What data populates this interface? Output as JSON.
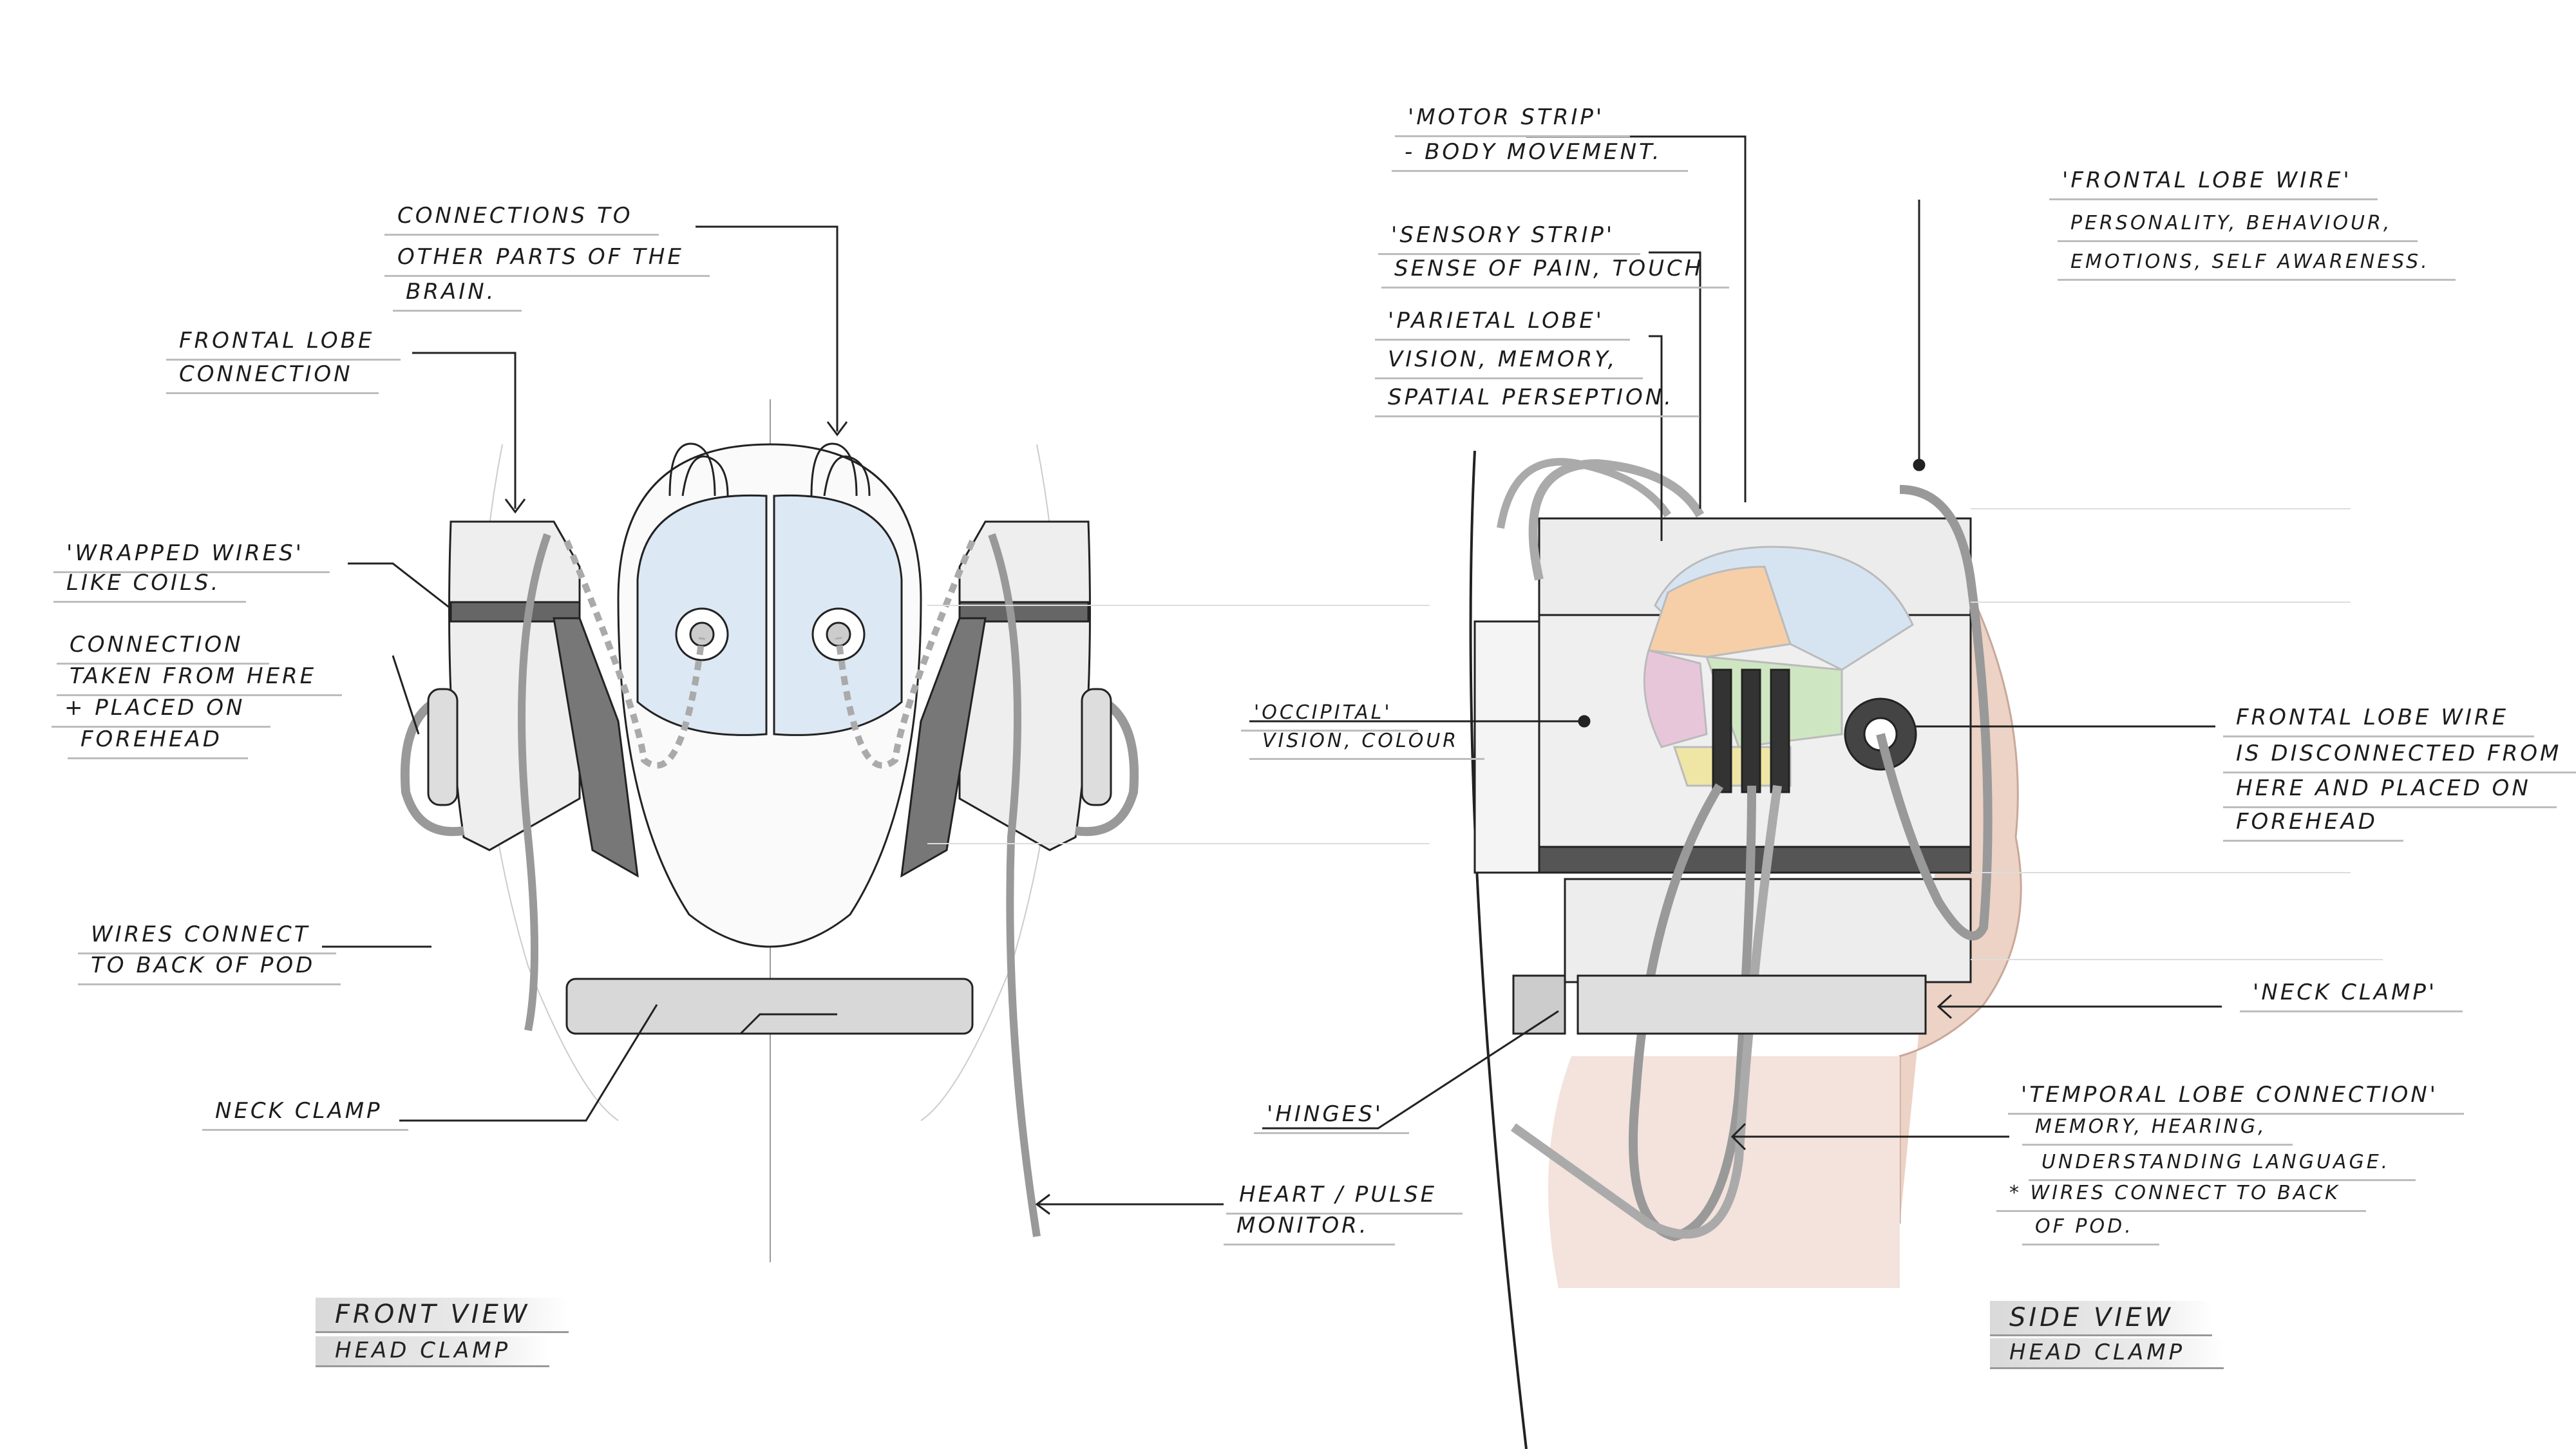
{
  "front_view": {
    "title": "Front view",
    "subtitle": "Head clamp",
    "labels": {
      "connections_to_brain": [
        "Connections to",
        "other parts of the",
        "brain."
      ],
      "frontal_lobe_connection": [
        "Frontal lobe",
        "connection"
      ],
      "wrapped_wires": [
        "'Wrapped wires'",
        "like coils."
      ],
      "connection_taken": [
        "Connection",
        "taken from here",
        "+ placed on",
        "forehead"
      ],
      "wires_connect": [
        "Wires connect",
        "to back of pod"
      ],
      "neck_clamp": "Neck clamp",
      "heart_pulse": [
        "Heart / pulse",
        "monitor."
      ]
    }
  },
  "side_view": {
    "title": "Side view",
    "subtitle": "Head clamp",
    "labels": {
      "motor_strip": [
        "'Motor strip'",
        "- body movement."
      ],
      "sensory_strip": [
        "'Sensory strip'",
        "sense of pain, touch"
      ],
      "parietal_lobe": [
        "'Parietal lobe'",
        "vision, memory,",
        "spatial perseption."
      ],
      "frontal_lobe_wire_top": [
        "'Frontal lobe wire'",
        "personality, behaviour,",
        "emotions, self awareness."
      ],
      "occipital": [
        "'Occipital'",
        "vision, colour"
      ],
      "frontal_lobe_wire_right": [
        "Frontal lobe wire",
        "is disconnected from",
        "here and placed on",
        "forehead"
      ],
      "neck_clamp": "'Neck clamp'",
      "hinges": "'Hinges'",
      "temporal_lobe": [
        "'Temporal lobe connection'",
        "memory, hearing,",
        "understanding language.",
        "* wires connect to back",
        "of pod."
      ]
    }
  },
  "colors": {
    "brain_front": "#dce8f4",
    "lobe_frontal": "#d6e4f2",
    "lobe_parietal": "#f6cfa8",
    "lobe_occipital": "#e8c6da",
    "lobe_temporal": "#cfe6c2",
    "lobe_cerebellum": "#efe6a6",
    "skin": "#ecd3c6",
    "metal": "#e6e6e6",
    "dark_metal": "#555555"
  }
}
